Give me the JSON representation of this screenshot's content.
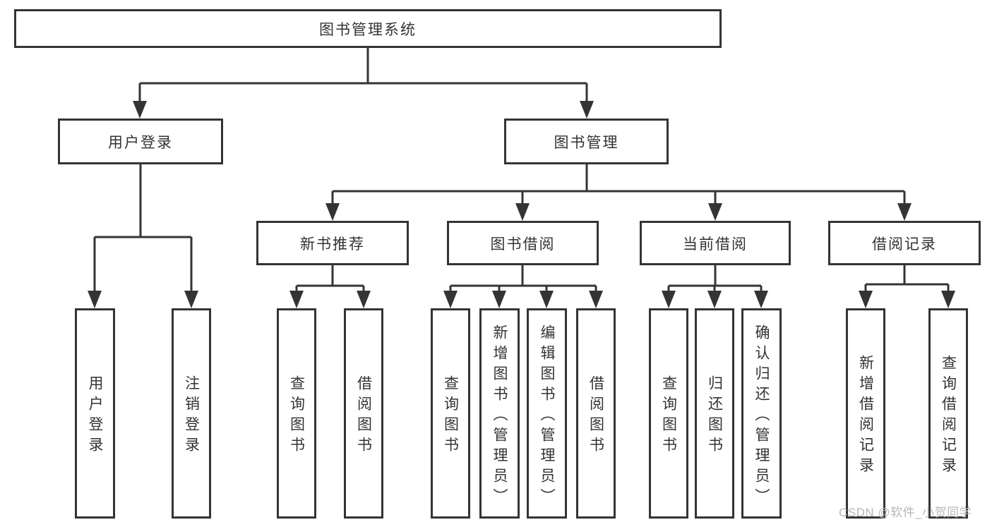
{
  "diagram": {
    "root": {
      "label": "图书管理系统"
    },
    "level2": [
      {
        "label": "用户登录"
      },
      {
        "label": "图书管理"
      }
    ],
    "level3": [
      {
        "label": "新书推荐"
      },
      {
        "label": "图书借阅"
      },
      {
        "label": "当前借阅"
      },
      {
        "label": "借阅记录"
      }
    ],
    "leaves": {
      "user_login": [
        {
          "label": "用户登录"
        },
        {
          "label": "注销登录"
        }
      ],
      "new_book": [
        {
          "label": "查询图书"
        },
        {
          "label": "借阅图书"
        }
      ],
      "book_borrow": [
        {
          "label": "查询图书"
        },
        {
          "label": "新增图书（管理员）"
        },
        {
          "label": "编辑图书（管理员）"
        },
        {
          "label": "借阅图书"
        }
      ],
      "current_borrow": [
        {
          "label": "查询图书"
        },
        {
          "label": "归还图书"
        },
        {
          "label": "确认归还（管理员）"
        }
      ],
      "borrow_records": [
        {
          "label": "新增借阅记录"
        },
        {
          "label": "查询借阅记录"
        }
      ]
    }
  },
  "watermark": {
    "text": "CSDN @软件_小贺同学"
  },
  "colors": {
    "line": "#343434",
    "text": "#333333",
    "watermark": "#b4b8ba",
    "background": "#ffffff"
  }
}
